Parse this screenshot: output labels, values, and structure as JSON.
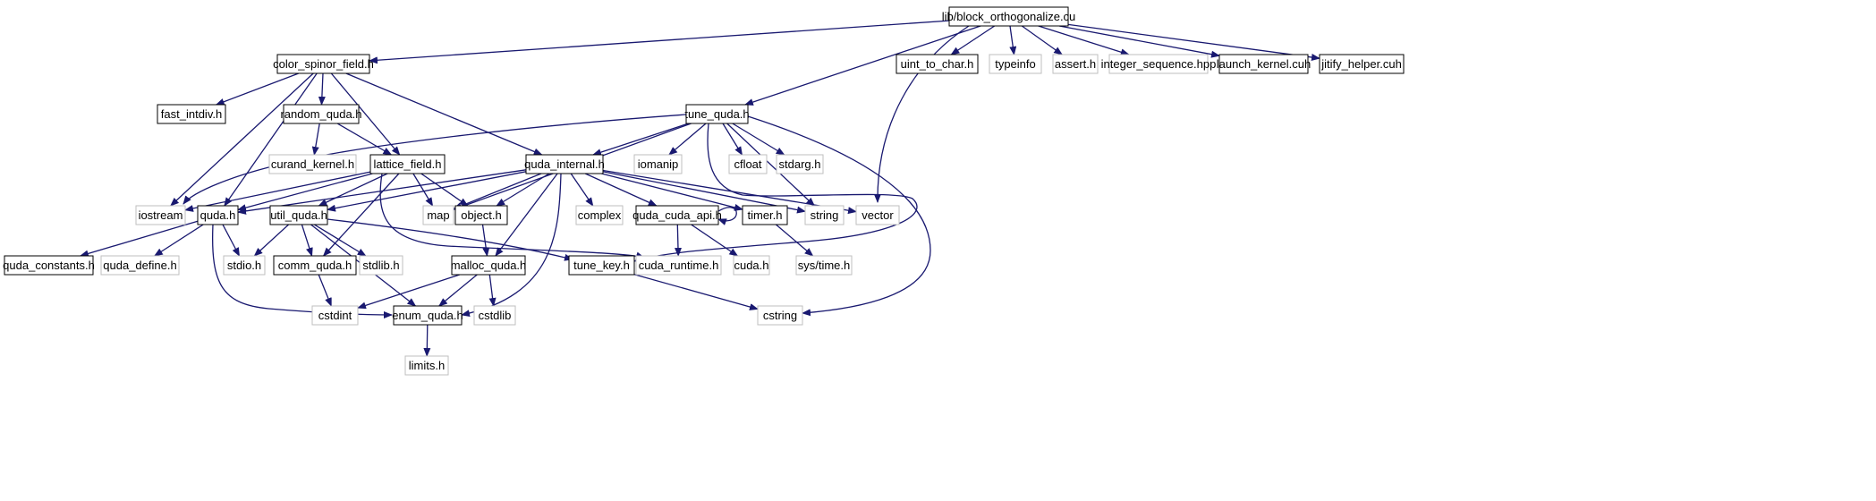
{
  "graph": {
    "colors": {
      "edge": "#191970",
      "root_fill": "#bfbfbf",
      "doc_border": "#000000",
      "external_border": "#bfbfbf",
      "external_text": "#7f7f7f",
      "doc_text": "#000000"
    },
    "nodes": [
      {
        "id": "block_orthogonalize",
        "label": "lib/block_orthogonalize.cu",
        "kind": "root"
      },
      {
        "id": "color_spinor_field",
        "label": "color_spinor_field.h",
        "kind": "doc"
      },
      {
        "id": "uint_to_char",
        "label": "uint_to_char.h",
        "kind": "doc"
      },
      {
        "id": "typeinfo",
        "label": "typeinfo",
        "kind": "external"
      },
      {
        "id": "assert",
        "label": "assert.h",
        "kind": "external"
      },
      {
        "id": "integer_sequence",
        "label": "integer_sequence.hpp",
        "kind": "external"
      },
      {
        "id": "launch_kernel",
        "label": "launch_kernel.cuh",
        "kind": "doc"
      },
      {
        "id": "jitify_helper",
        "label": "jitify_helper.cuh",
        "kind": "doc"
      },
      {
        "id": "fast_intdiv",
        "label": "fast_intdiv.h",
        "kind": "doc"
      },
      {
        "id": "random_quda",
        "label": "random_quda.h",
        "kind": "doc"
      },
      {
        "id": "tune_quda",
        "label": "tune_quda.h",
        "kind": "doc"
      },
      {
        "id": "curand_kernel",
        "label": "curand_kernel.h",
        "kind": "external"
      },
      {
        "id": "lattice_field",
        "label": "lattice_field.h",
        "kind": "doc"
      },
      {
        "id": "quda_internal",
        "label": "quda_internal.h",
        "kind": "doc"
      },
      {
        "id": "iomanip",
        "label": "iomanip",
        "kind": "external"
      },
      {
        "id": "cfloat",
        "label": "cfloat",
        "kind": "external"
      },
      {
        "id": "stdarg",
        "label": "stdarg.h",
        "kind": "external"
      },
      {
        "id": "iostream",
        "label": "iostream",
        "kind": "external"
      },
      {
        "id": "quda",
        "label": "quda.h",
        "kind": "doc"
      },
      {
        "id": "util_quda",
        "label": "util_quda.h",
        "kind": "doc"
      },
      {
        "id": "map",
        "label": "map",
        "kind": "external"
      },
      {
        "id": "object",
        "label": "object.h",
        "kind": "doc"
      },
      {
        "id": "complex",
        "label": "complex",
        "kind": "external"
      },
      {
        "id": "quda_cuda_api",
        "label": "quda_cuda_api.h",
        "kind": "doc"
      },
      {
        "id": "timer",
        "label": "timer.h",
        "kind": "doc"
      },
      {
        "id": "string",
        "label": "string",
        "kind": "external"
      },
      {
        "id": "vector",
        "label": "vector",
        "kind": "external"
      },
      {
        "id": "quda_constants",
        "label": "quda_constants.h",
        "kind": "doc"
      },
      {
        "id": "quda_define",
        "label": "quda_define.h",
        "kind": "external"
      },
      {
        "id": "stdio",
        "label": "stdio.h",
        "kind": "external"
      },
      {
        "id": "comm_quda",
        "label": "comm_quda.h",
        "kind": "doc"
      },
      {
        "id": "stdlib",
        "label": "stdlib.h",
        "kind": "external"
      },
      {
        "id": "malloc_quda",
        "label": "malloc_quda.h",
        "kind": "doc"
      },
      {
        "id": "tune_key",
        "label": "tune_key.h",
        "kind": "doc"
      },
      {
        "id": "cuda_runtime",
        "label": "cuda_runtime.h",
        "kind": "external"
      },
      {
        "id": "cuda",
        "label": "cuda.h",
        "kind": "external"
      },
      {
        "id": "sys_time",
        "label": "sys/time.h",
        "kind": "external"
      },
      {
        "id": "cstdint",
        "label": "cstdint",
        "kind": "external"
      },
      {
        "id": "enum_quda",
        "label": "enum_quda.h",
        "kind": "doc"
      },
      {
        "id": "cstdlib",
        "label": "cstdlib",
        "kind": "external"
      },
      {
        "id": "cstring",
        "label": "cstring",
        "kind": "external"
      },
      {
        "id": "limits",
        "label": "limits.h",
        "kind": "external"
      }
    ],
    "edges": [
      [
        "block_orthogonalize",
        "color_spinor_field"
      ],
      [
        "block_orthogonalize",
        "tune_quda"
      ],
      [
        "block_orthogonalize",
        "vector"
      ],
      [
        "block_orthogonalize",
        "uint_to_char"
      ],
      [
        "block_orthogonalize",
        "typeinfo"
      ],
      [
        "block_orthogonalize",
        "assert"
      ],
      [
        "block_orthogonalize",
        "integer_sequence"
      ],
      [
        "block_orthogonalize",
        "launch_kernel"
      ],
      [
        "block_orthogonalize",
        "jitify_helper"
      ],
      [
        "color_spinor_field",
        "iostream"
      ],
      [
        "color_spinor_field",
        "fast_intdiv"
      ],
      [
        "color_spinor_field",
        "quda"
      ],
      [
        "color_spinor_field",
        "random_quda"
      ],
      [
        "color_spinor_field",
        "lattice_field"
      ],
      [
        "color_spinor_field",
        "quda_internal"
      ],
      [
        "random_quda",
        "curand_kernel"
      ],
      [
        "random_quda",
        "lattice_field"
      ],
      [
        "tune_quda",
        "iostream"
      ],
      [
        "tune_quda",
        "map"
      ],
      [
        "tune_quda",
        "quda_internal"
      ],
      [
        "tune_quda",
        "iomanip"
      ],
      [
        "tune_quda",
        "tune_key"
      ],
      [
        "tune_quda",
        "cfloat"
      ],
      [
        "tune_quda",
        "stdarg"
      ],
      [
        "tune_quda",
        "string"
      ],
      [
        "tune_quda",
        "cstring"
      ],
      [
        "lattice_field",
        "iostream"
      ],
      [
        "lattice_field",
        "quda"
      ],
      [
        "lattice_field",
        "util_quda"
      ],
      [
        "lattice_field",
        "comm_quda"
      ],
      [
        "lattice_field",
        "cuda_runtime"
      ],
      [
        "lattice_field",
        "map"
      ],
      [
        "lattice_field",
        "object"
      ],
      [
        "quda_internal",
        "quda"
      ],
      [
        "quda_internal",
        "util_quda"
      ],
      [
        "quda_internal",
        "map"
      ],
      [
        "quda_internal",
        "object"
      ],
      [
        "quda_internal",
        "malloc_quda"
      ],
      [
        "quda_internal",
        "enum_quda"
      ],
      [
        "quda_internal",
        "complex"
      ],
      [
        "quda_internal",
        "quda_cuda_api"
      ],
      [
        "quda_internal",
        "timer"
      ],
      [
        "quda_internal",
        "string"
      ],
      [
        "quda_internal",
        "vector"
      ],
      [
        "quda",
        "quda_constants"
      ],
      [
        "quda",
        "quda_define"
      ],
      [
        "quda",
        "stdio"
      ],
      [
        "quda",
        "enum_quda"
      ],
      [
        "util_quda",
        "stdio"
      ],
      [
        "util_quda",
        "comm_quda"
      ],
      [
        "util_quda",
        "stdlib"
      ],
      [
        "util_quda",
        "enum_quda"
      ],
      [
        "util_quda",
        "tune_key"
      ],
      [
        "object",
        "malloc_quda"
      ],
      [
        "quda_cuda_api",
        "quda_cuda_api"
      ],
      [
        "quda_cuda_api",
        "cuda_runtime"
      ],
      [
        "quda_cuda_api",
        "cuda"
      ],
      [
        "timer",
        "sys_time"
      ],
      [
        "comm_quda",
        "cstdint"
      ],
      [
        "malloc_quda",
        "cstdint"
      ],
      [
        "malloc_quda",
        "enum_quda"
      ],
      [
        "malloc_quda",
        "cstdlib"
      ],
      [
        "tune_key",
        "cstring"
      ],
      [
        "enum_quda",
        "limits"
      ]
    ]
  }
}
